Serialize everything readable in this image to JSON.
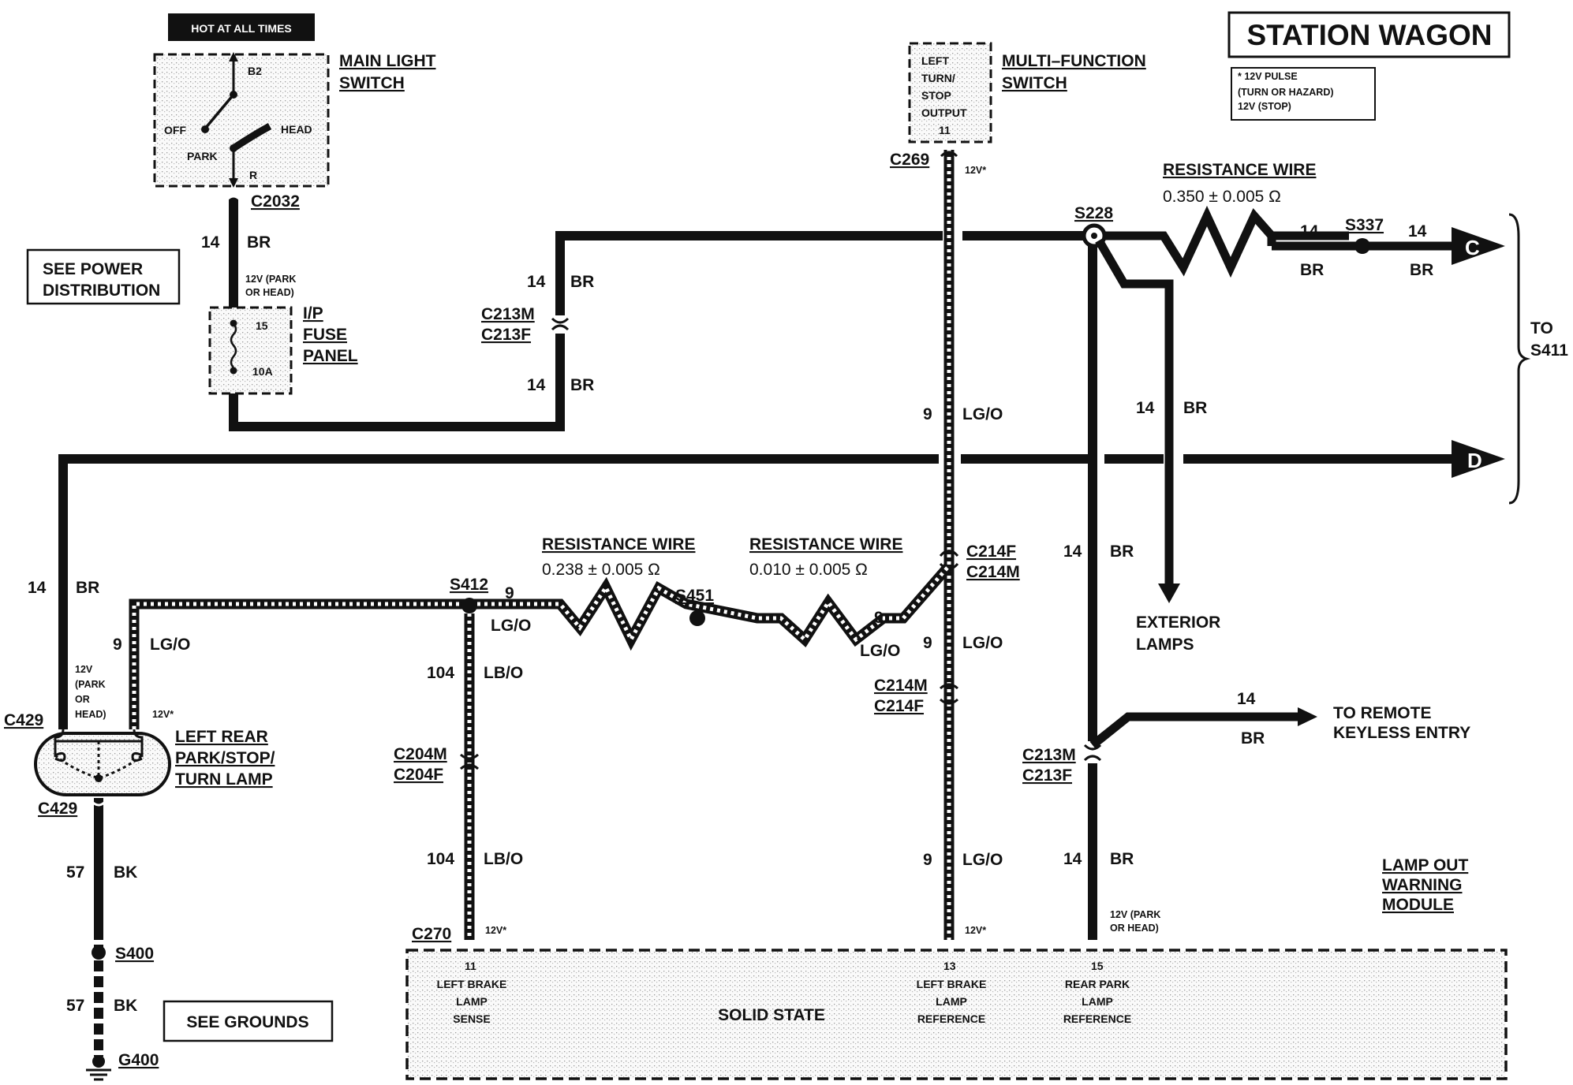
{
  "title": "STATION WAGON",
  "legend": {
    "line1": "* 12V PULSE",
    "line2": "(TURN OR HAZARD)",
    "line3": "12V (STOP)"
  },
  "hot_at_all_times": "HOT AT ALL TIMES",
  "main_light_switch": {
    "name1": "MAIN LIGHT",
    "name2": "SWITCH",
    "pin_b2": "B2",
    "pin_r": "R",
    "off": "OFF",
    "park": "PARK",
    "head": "HEAD",
    "connector": "C2032"
  },
  "see_power_distribution": {
    "line1": "SEE POWER",
    "line2": "DISTRIBUTION"
  },
  "fuse_panel": {
    "name1": "I/P",
    "name2": "FUSE",
    "name3": "PANEL",
    "fuse_number": "15",
    "fuse_rating": "10A",
    "voltage1": "12V (PARK",
    "voltage2": "OR HEAD)"
  },
  "multifunction_switch": {
    "name1": "MULTI–FUNCTION",
    "name2": "SWITCH",
    "output1": "LEFT",
    "output2": "TURN/",
    "output3": "STOP",
    "output4": "OUTPUT",
    "pin": "11",
    "connector": "C269",
    "voltage": "12V*"
  },
  "connectors": {
    "c213m": "C213M",
    "c213f": "C213F",
    "c214f": "C214F",
    "c214m": "C214M",
    "c204m": "C204M",
    "c204f": "C204F",
    "c429": "C429",
    "c270": "C270"
  },
  "splices": {
    "s228": "S228",
    "s337": "S337",
    "s412": "S412",
    "s451": "S451",
    "s400": "S400"
  },
  "ground": "G400",
  "resistance_wires": [
    {
      "label": "RESISTANCE WIRE",
      "value": "0.350 ± 0.005 Ω"
    },
    {
      "label": "RESISTANCE WIRE",
      "value": "0.238 ± 0.005 Ω"
    },
    {
      "label": "RESISTANCE WIRE",
      "value": "0.010 ± 0.005 Ω"
    }
  ],
  "wires": {
    "br_gauge": "14",
    "br_color": "BR",
    "lgo_gauge": "9",
    "lgo_color": "LG/O",
    "lbo_gauge": "104",
    "lbo_color": "LB/O",
    "bk_gauge": "57",
    "bk_color": "BK"
  },
  "destinations": {
    "c": "C",
    "d": "D",
    "to": "TO",
    "s411": "S411",
    "exterior1": "EXTERIOR",
    "exterior2": "LAMPS",
    "rke1": "TO REMOTE",
    "rke2": "KEYLESS ENTRY"
  },
  "lamp": {
    "name1": "LEFT REAR",
    "name2": "PARK/STOP/",
    "name3": "TURN LAMP",
    "v1": "12V",
    "v2": "(PARK",
    "v3": "OR",
    "v4": "HEAD)",
    "pulse": "12V*"
  },
  "see_grounds": "SEE GROUNDS",
  "module": {
    "name1": "LAMP OUT",
    "name2": "WARNING",
    "name3": "MODULE",
    "solid_state": "SOLID STATE",
    "pin11": "11",
    "pin13": "13",
    "pin15": "15",
    "p11_l1": "LEFT BRAKE",
    "p11_l2": "LAMP",
    "p11_l3": "SENSE",
    "p13_l1": "LEFT BRAKE",
    "p13_l2": "LAMP",
    "p13_l3": "REFERENCE",
    "p15_l1": "REAR PARK",
    "p15_l2": "LAMP",
    "p15_l3": "REFERENCE",
    "v11": "12V*",
    "v13": "12V*",
    "v15_1": "12V (PARK",
    "v15_2": "OR HEAD)"
  }
}
